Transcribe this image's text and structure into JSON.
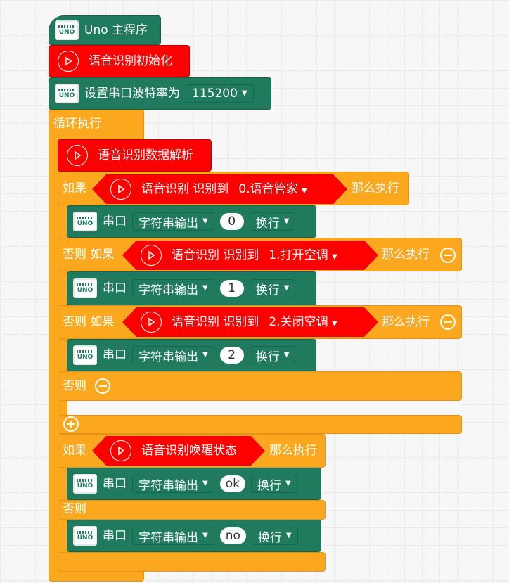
{
  "hat": {
    "label": "Uno 主程序"
  },
  "init": {
    "label": "语音识别初始化"
  },
  "baud": {
    "label": "设置串口波特率为",
    "value": "115200"
  },
  "loop": {
    "label": "循环执行"
  },
  "parse": {
    "label": "语音识别数据解析"
  },
  "kw": {
    "if": "如果",
    "elseif": "否则 如果",
    "else": "否则",
    "then": "那么执行"
  },
  "cond1": {
    "label": "语音识别 识别到",
    "value": "0.语音管家"
  },
  "cond2": {
    "label": "语音识别 识别到",
    "value": "1.打开空调"
  },
  "cond3": {
    "label": "语音识别 识别到",
    "value": "2.关闭空调"
  },
  "wake": {
    "label": "语音识别唤醒状态"
  },
  "serial": {
    "label": "串口",
    "mode": "字符串输出",
    "newline": "换行"
  },
  "out": {
    "v1": "0",
    "v2": "1",
    "v3": "2",
    "v4": "ok",
    "v5": "no"
  },
  "board": {
    "text": "UNO"
  },
  "icons": {
    "play": "play-icon",
    "minus": "minus-icon",
    "plus": "plus-icon",
    "board": "uno-board-icon"
  },
  "colors": {
    "green": "#1f7a5e",
    "red": "#ff0000",
    "orange": "#fca81e"
  }
}
